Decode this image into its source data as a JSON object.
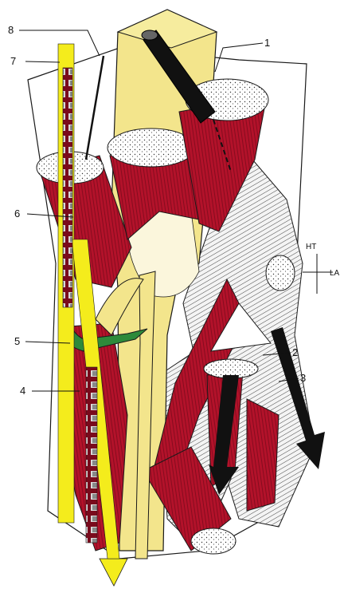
{
  "figure": {
    "callouts": [
      "1",
      "2",
      "3",
      "4",
      "5",
      "6",
      "7",
      "8"
    ],
    "orientation": {
      "top": "HT",
      "right": "LA"
    }
  },
  "colors": {
    "muscle": "#b3122a",
    "muscle_dark": "#7a0a1c",
    "bone": "#f3e58c",
    "arrow_yellow": "#f4ec1c",
    "arrow_black": "#111111",
    "green_band": "#2d8a3a",
    "cartilage": "#fbf6dc",
    "outline": "#1a1a1a"
  },
  "icons": {
    "arrow": "long-arrow",
    "dotted_section": "stippled-cross-section"
  }
}
